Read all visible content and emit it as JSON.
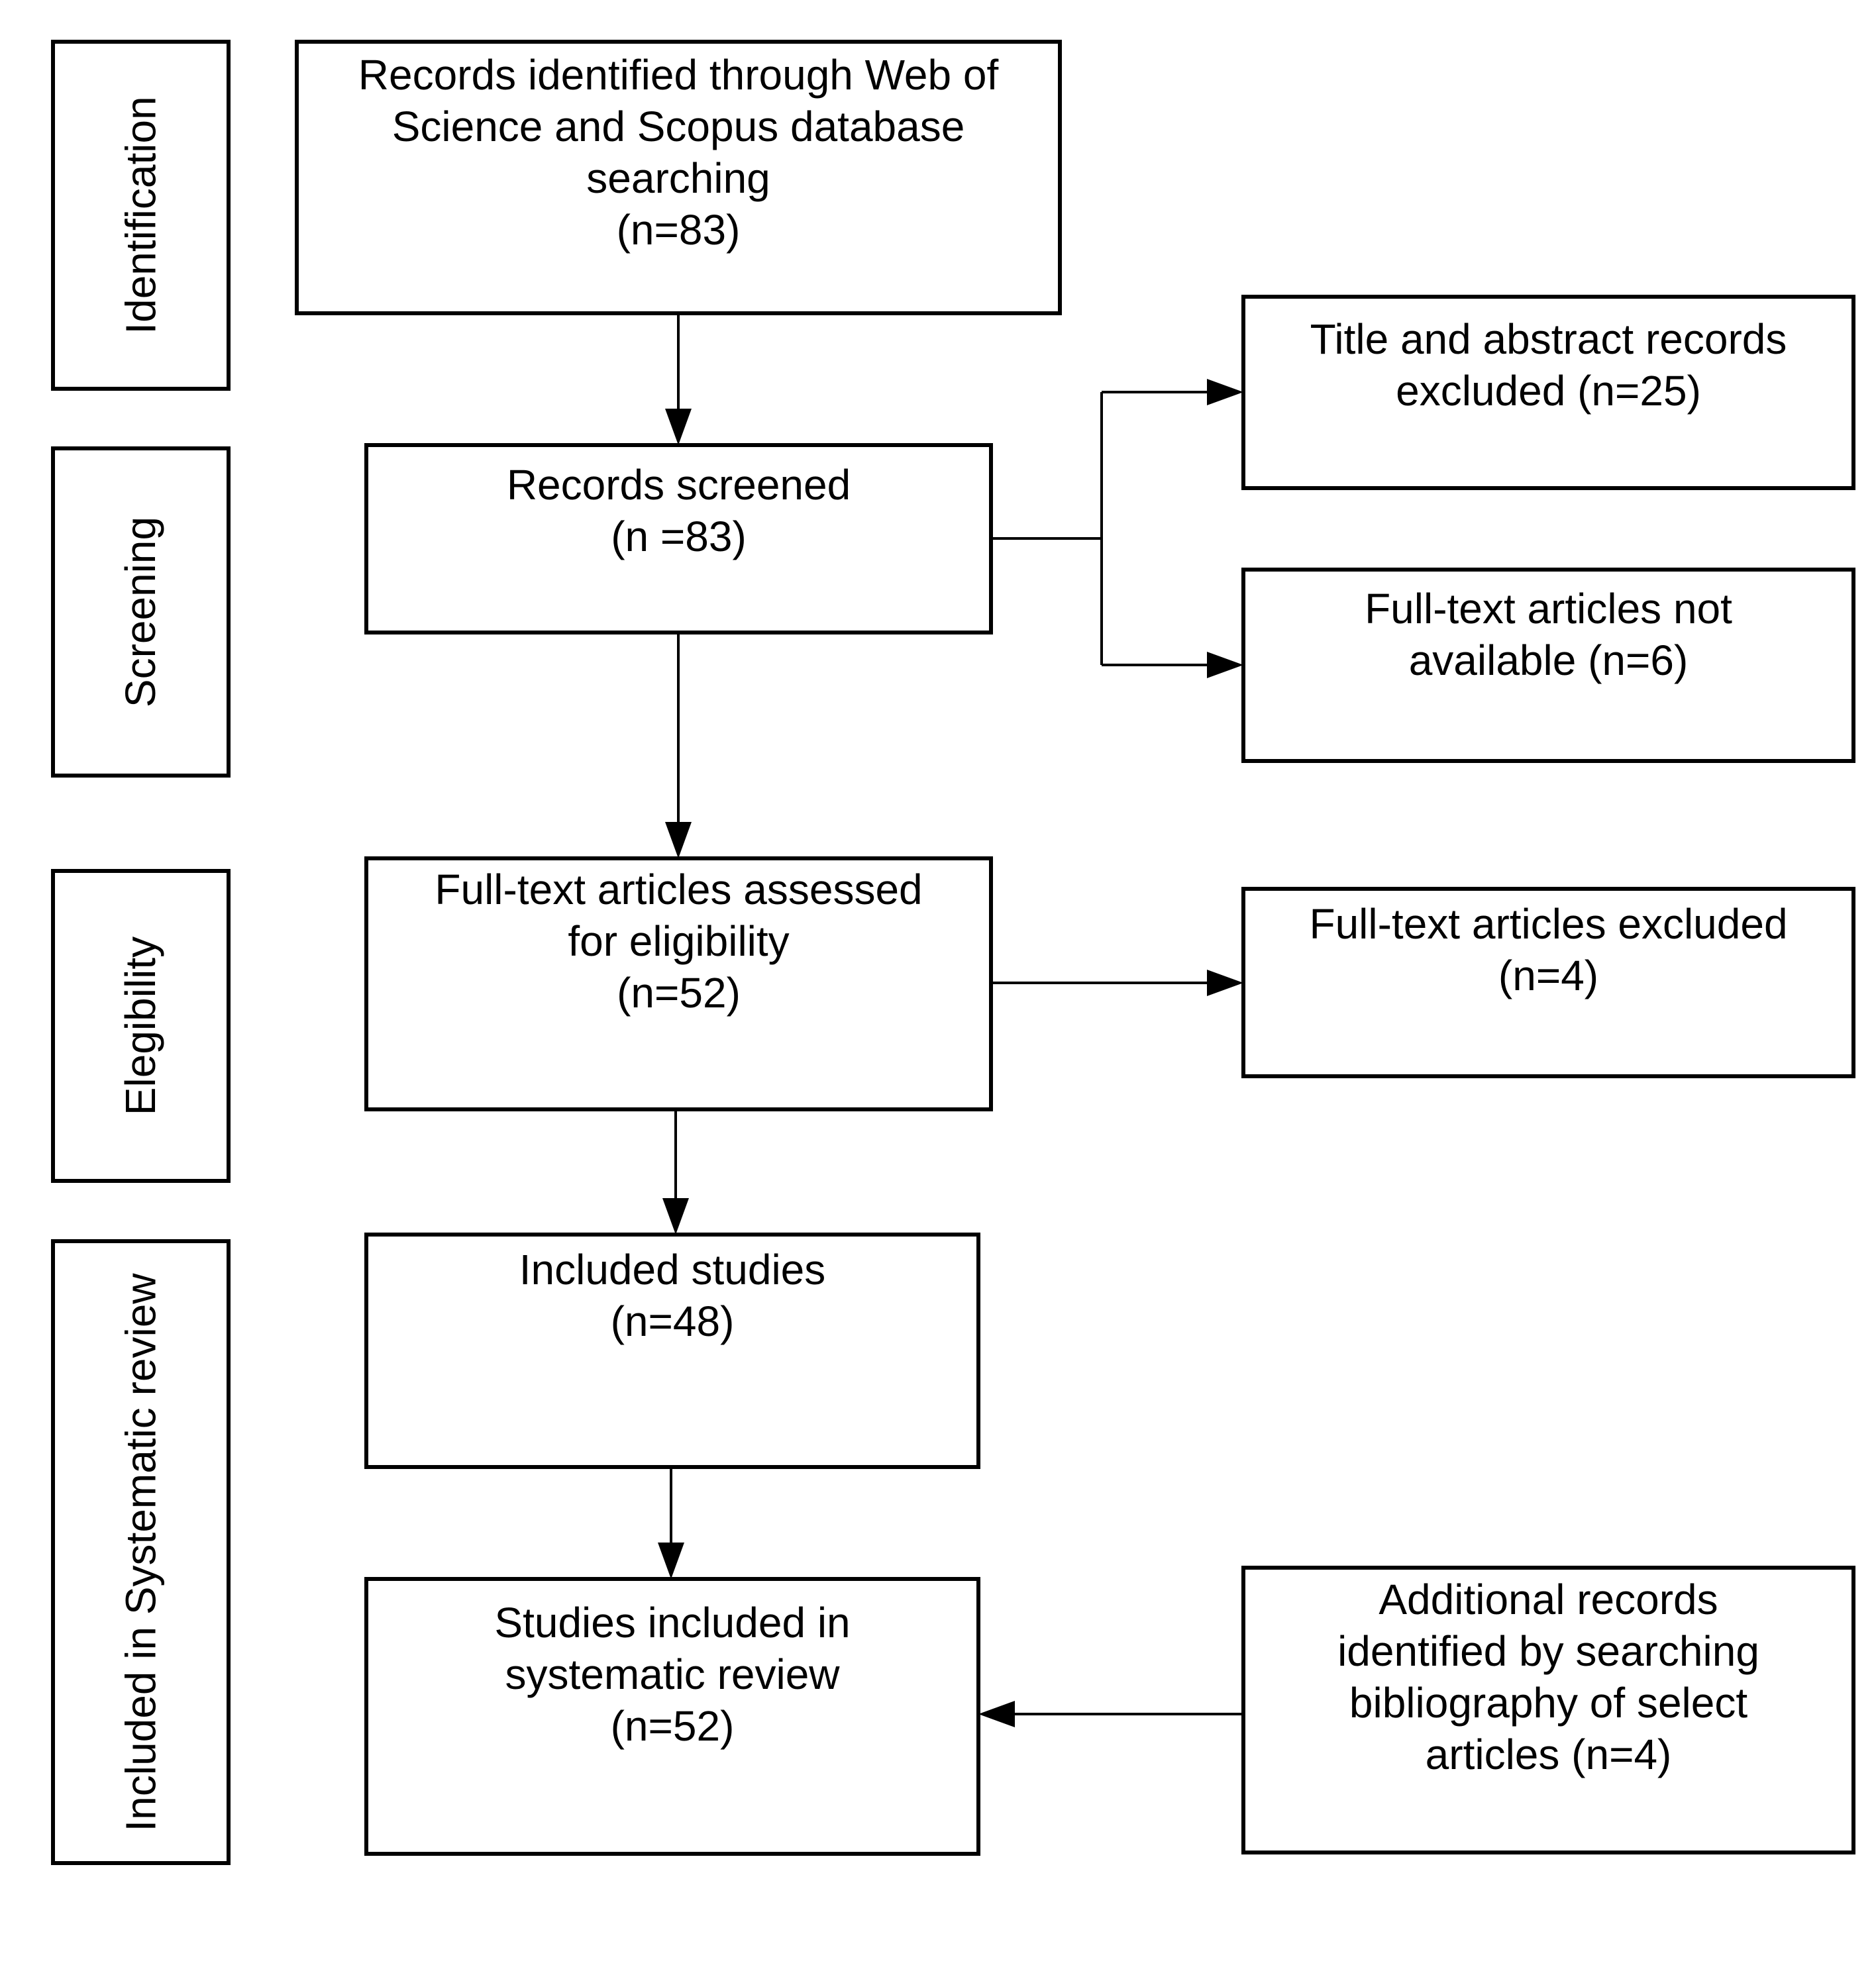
{
  "stages": [
    {
      "label": "Identification"
    },
    {
      "label": "Screening"
    },
    {
      "label": "Elegibility"
    },
    {
      "label": "Included in Systematic review"
    }
  ],
  "boxes": {
    "identified": {
      "lines": [
        "Records identified through Web of",
        "Science and Scopus database",
        "searching",
        "(n=83)"
      ]
    },
    "screened": {
      "lines": [
        "Records screened",
        "(n =83)"
      ]
    },
    "title_abstract_excluded": {
      "lines": [
        "Title and abstract records",
        "excluded (n=25)"
      ]
    },
    "fulltext_not_available": {
      "lines": [
        "Full-text articles not",
        "available (n=6)"
      ]
    },
    "fulltext_assessed": {
      "lines": [
        "Full-text articles assessed",
        "for eligibility",
        "(n=52)"
      ]
    },
    "fulltext_excluded": {
      "lines": [
        "Full-text articles excluded",
        "(n=4)"
      ]
    },
    "included_studies": {
      "lines": [
        "Included studies",
        "(n=48)"
      ]
    },
    "studies_included_review": {
      "lines": [
        "Studies included in",
        "systematic review",
        "(n=52)"
      ]
    },
    "additional_records": {
      "lines": [
        "Additional records",
        "identified by searching",
        "bibliography of select",
        "articles (n=4)"
      ]
    }
  },
  "colors": {
    "ink": "#000000",
    "paper": "#ffffff"
  }
}
